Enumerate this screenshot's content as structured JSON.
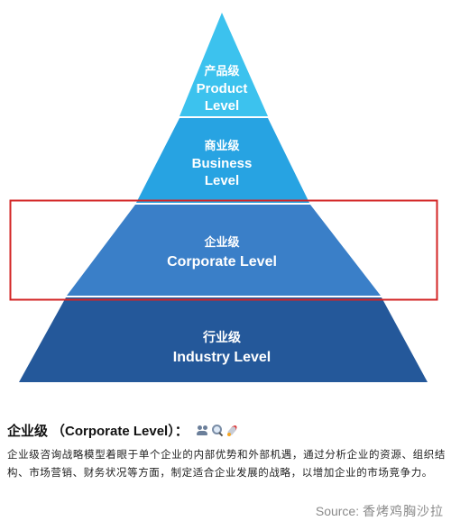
{
  "pyramid": {
    "tiers": [
      {
        "zh": "产品级",
        "en1": "Product",
        "en2": "Level",
        "color": "#3cc2ee"
      },
      {
        "zh": "商业级",
        "en1": "Business",
        "en2": "Level",
        "color": "#27a3e2"
      },
      {
        "zh": "企业级",
        "en1": "Corporate Level",
        "color": "#3a7fc8"
      },
      {
        "zh": "行业级",
        "en1": "Industry Level",
        "color": "#24589a"
      }
    ],
    "highlight_color": "#d32424",
    "highlighted_tier": "企业级"
  },
  "caption": {
    "title_zh": "企业级",
    "title_en": "（Corporate Level）：",
    "icons": [
      "people-icon",
      "magnifier-icon",
      "rocket-icon"
    ],
    "body": "企业级咨询战略模型着眼于单个企业的内部优势和外部机遇，通过分析企业的资源、组织结构、市场营销、财务状况等方面，制定适合企业发展的战略，以增加企业的市场竞争力。"
  },
  "source": {
    "label": "Source:",
    "name": "香烤鸡胸沙拉"
  }
}
